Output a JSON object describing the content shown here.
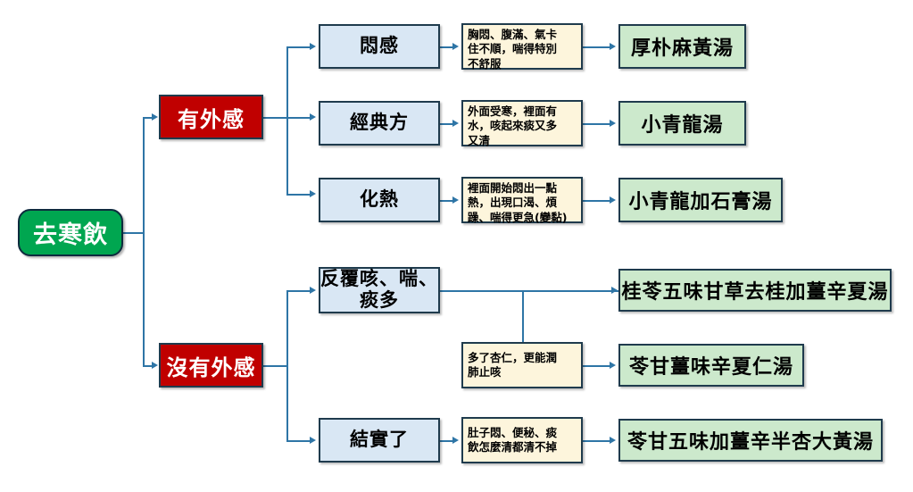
{
  "diagram": {
    "type": "flowchart",
    "title": "去寒飲",
    "colors": {
      "root_fill": "#00A650",
      "category_fill": "#C00000",
      "branch_fill": "#D9E7F4",
      "note_fill": "#FDF5DC",
      "formula_fill": "#CCE9CC",
      "border": "#1F3B4D",
      "connector": "#2E75A6",
      "root_text": "#FFFFFF",
      "category_text": "#FFFFFF",
      "body_text": "#000000"
    }
  },
  "root": {
    "label": "去寒飲"
  },
  "categories": [
    {
      "id": "with-exterior",
      "label": "有外感"
    },
    {
      "id": "without-exterior",
      "label": "沒有外感"
    }
  ],
  "branches": [
    {
      "id": "men-gan",
      "label": "悶感"
    },
    {
      "id": "jing-dian",
      "label": "經典方"
    },
    {
      "id": "hua-re",
      "label": "化熱"
    },
    {
      "id": "fan-fu-ke",
      "label_line1": "反覆咳、喘、",
      "label_line2": "痰多"
    },
    {
      "id": "jie-shi-le",
      "label": "結實了"
    }
  ],
  "notes": [
    {
      "id": "note-1",
      "line1": "胸悶、腹滿、氣卡",
      "line2": "住不順，喘得特別",
      "line3": "不舒服"
    },
    {
      "id": "note-2",
      "line1": "外面受寒，裡面有",
      "line2": "水，咳起來痰又多",
      "line3": "又清"
    },
    {
      "id": "note-3",
      "line1": "裡面開始悶出一點",
      "line2": "熱，出現口渴、煩",
      "line3": "躁、喘得更急(變黏)"
    },
    {
      "id": "note-4",
      "line1": "多了杏仁，更能潤",
      "line2": "肺止咳",
      "line3": ""
    },
    {
      "id": "note-5",
      "line1": "肚子悶、便秘、痰",
      "line2": "飲怎麼清都清不掉",
      "line3": ""
    }
  ],
  "formulas": [
    {
      "id": "rx-1",
      "label": "厚朴麻黃湯"
    },
    {
      "id": "rx-2",
      "label": "小青龍湯"
    },
    {
      "id": "rx-3",
      "label": "小青龍加石膏湯"
    },
    {
      "id": "rx-4",
      "label": "桂苓五味甘草去桂加薑辛夏湯"
    },
    {
      "id": "rx-5",
      "label": "苓甘薑味辛夏仁湯"
    },
    {
      "id": "rx-6",
      "label": "苓甘五味加薑辛半杏大黃湯"
    }
  ]
}
